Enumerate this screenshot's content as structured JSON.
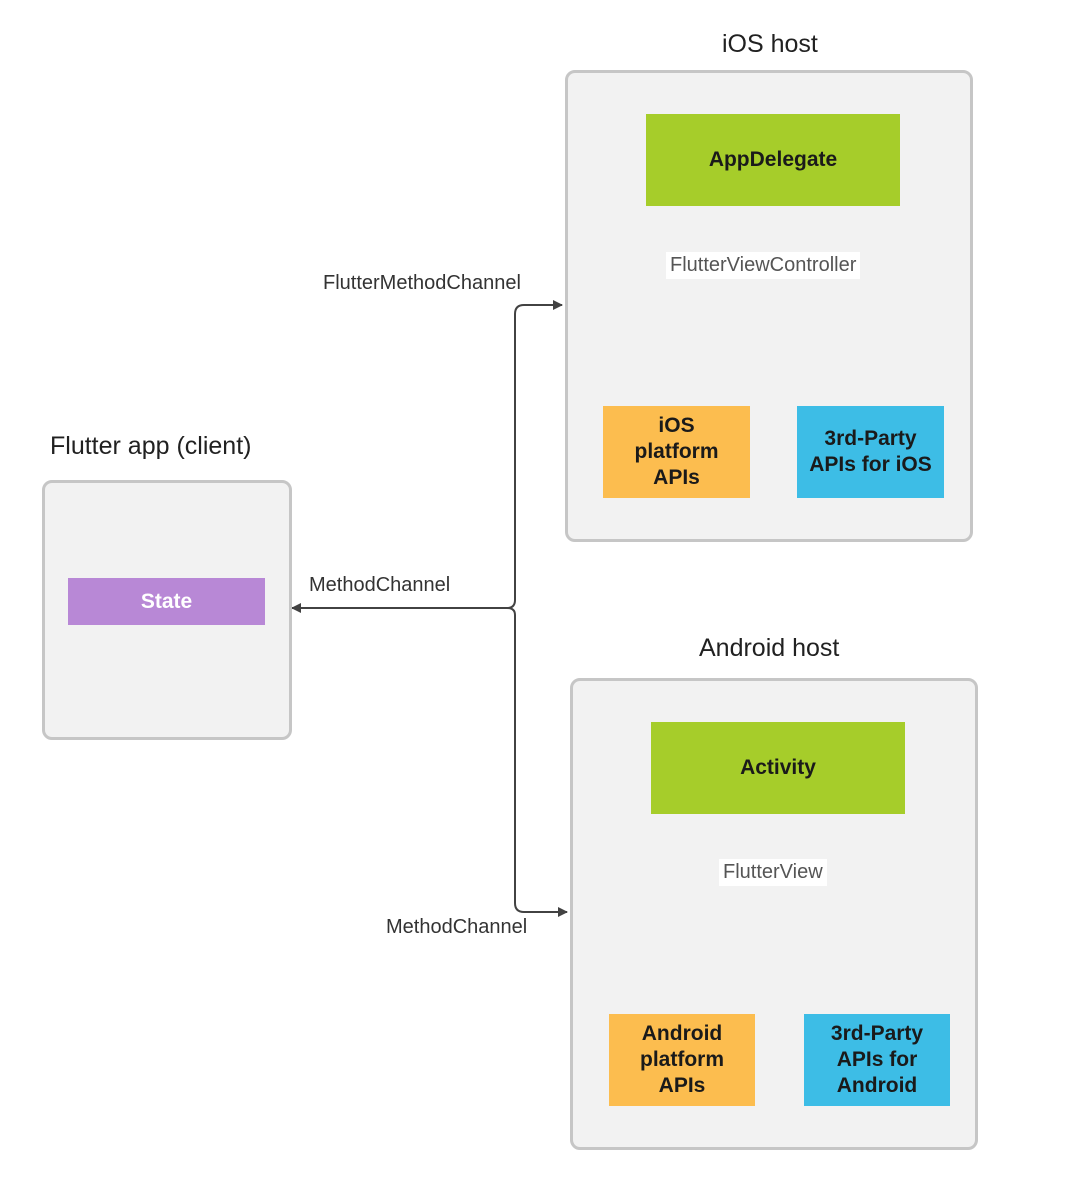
{
  "client": {
    "title": "Flutter app (client)",
    "state_label": "State"
  },
  "ios_host": {
    "title": "iOS host",
    "app_delegate": "AppDelegate",
    "controller_label": "FlutterViewController",
    "platform_apis": "iOS\nplatform\nAPIs",
    "third_party": "3rd-Party\nAPIs for iOS"
  },
  "android_host": {
    "title": "Android host",
    "activity": "Activity",
    "view_label": "FlutterView",
    "platform_apis": "Android\nplatform\nAPIs",
    "third_party": "3rd-Party\nAPIs for\nAndroid"
  },
  "channels": {
    "ios_channel": "FlutterMethodChannel",
    "client_channel": "MethodChannel",
    "android_channel": "MethodChannel"
  },
  "colors": {
    "green": "#a6cd2a",
    "orange": "#fcbd4f",
    "blue": "#3dbde6",
    "purple": "#b888d6"
  }
}
